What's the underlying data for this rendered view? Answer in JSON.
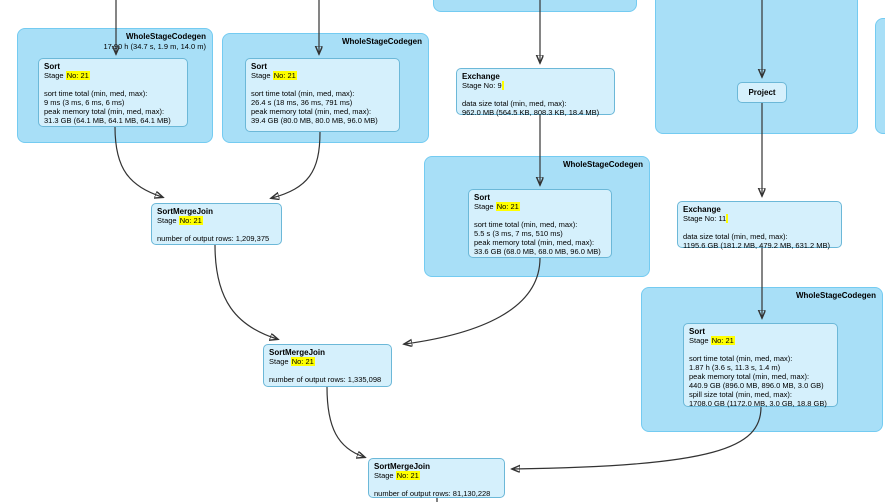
{
  "colors": {
    "container_fill": "#a8dff7",
    "container_border": "#74cbf1",
    "node_fill": "#d5f0fc",
    "node_border": "#6cb8d8",
    "highlight": "#ffff00",
    "arrow": "#333333"
  },
  "clusters": {
    "wsc1": {
      "label": "WholeStageCodegen",
      "sublabel": "17.90 h (34.7 s, 1.9 m, 14.0 m)"
    },
    "wsc2": {
      "label": "WholeStageCodegen"
    },
    "wsc3": {
      "label": "WholeStageCodegen"
    },
    "wsc5": {
      "label": "WholeStageCodegen"
    }
  },
  "nodes": {
    "sort1": {
      "title": "Sort",
      "stage": "Stage",
      "stage_mark": "No: 21",
      "lines": [
        "sort time total (min, med, max):",
        "9 ms (3 ms, 6 ms, 6 ms)",
        "peak memory total (min, med, max):",
        "31.3 GB (64.1 MB, 64.1 MB, 64.1 MB)"
      ]
    },
    "sort2": {
      "title": "Sort",
      "stage": "Stage",
      "stage_mark": "No: 21",
      "lines": [
        "sort time total (min, med, max):",
        "26.4 s (18 ms, 36 ms, 791 ms)",
        "peak memory total (min, med, max):",
        "39.4 GB (80.0 MB, 80.0 MB, 96.0 MB)"
      ]
    },
    "exchange9": {
      "title": "Exchange",
      "stage": "Stage No: 9",
      "stage_mark": "",
      "lines": [
        "data size total (min, med, max):",
        "962.0 MB (564.5 KB, 808.3 KB, 18.4 MB)"
      ]
    },
    "sort3": {
      "title": "Sort",
      "stage": "Stage",
      "stage_mark": "No: 21",
      "lines": [
        "sort time total (min, med, max):",
        "5.5 s (3 ms, 7 ms, 510 ms)",
        "peak memory total (min, med, max):",
        "33.6 GB (68.0 MB, 68.0 MB, 96.0 MB)"
      ]
    },
    "project": {
      "title": "Project"
    },
    "exchange11": {
      "title": "Exchange",
      "stage": "Stage No: 11",
      "stage_mark": "",
      "lines": [
        "data size total (min, med, max):",
        "1195.6 GB (181.2 MB, 479.2 MB, 631.2 MB)"
      ]
    },
    "sort4": {
      "title": "Sort",
      "stage": "Stage",
      "stage_mark": "No: 21",
      "lines": [
        "sort time total (min, med, max):",
        "1.87 h (3.6 s, 11.3 s, 1.4 m)",
        "peak memory total (min, med, max):",
        "440.9 GB (896.0 MB, 896.0 MB, 3.0 GB)",
        "spill size total (min, med, max):",
        "1708.0 GB (1172.0 MB, 3.0 GB, 18.8 GB)"
      ]
    },
    "smj1": {
      "title": "SortMergeJoin",
      "stage": "Stage",
      "stage_mark": "No: 21",
      "lines": [
        "number of output rows: 1,209,375"
      ]
    },
    "smj2": {
      "title": "SortMergeJoin",
      "stage": "Stage",
      "stage_mark": "No: 21",
      "lines": [
        "number of output rows: 1,335,098"
      ]
    },
    "smj3": {
      "title": "SortMergeJoin",
      "stage": "Stage",
      "stage_mark": "No: 21",
      "lines": [
        "number of output rows: 81,130,228"
      ]
    }
  }
}
